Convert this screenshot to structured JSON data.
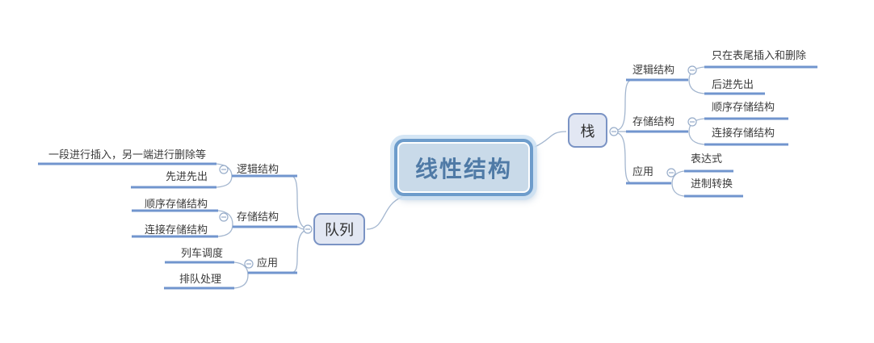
{
  "root": {
    "label": "线性结构"
  },
  "branches": [
    {
      "id": "stack",
      "label": "栈",
      "side": "right",
      "subtopics": [
        {
          "label": "逻辑结构",
          "children": [
            "只在表尾插入和删除",
            "后进先出"
          ]
        },
        {
          "label": "存储结构",
          "children": [
            "顺序存储结构",
            "连接存储结构"
          ]
        },
        {
          "label": "应用",
          "children": [
            "表达式",
            "进制转换"
          ]
        }
      ]
    },
    {
      "id": "queue",
      "label": "队列",
      "side": "left",
      "subtopics": [
        {
          "label": "逻辑结构",
          "children": [
            "一段进行插入，另一端进行删除等",
            "先进先出"
          ]
        },
        {
          "label": "存储结构",
          "children": [
            "顺序存储结构",
            "连接存储结构"
          ]
        },
        {
          "label": "应用",
          "children": [
            "列车调度",
            "排队处理"
          ]
        }
      ]
    }
  ],
  "icons": {
    "collapse": "minus-circle"
  },
  "colors": {
    "background": "#FFFFFF",
    "topic_line": "#7195CE",
    "connector": "#A3B6CF",
    "collapse_icon": "#97ACC9",
    "central_fill": "#C9DAE9",
    "central_border": "#6D9CCB",
    "central_text": "#4F7AA6",
    "node_fill": "#E2E7F3",
    "node_border": "#7A93C4",
    "text": "#3B3B3B"
  }
}
